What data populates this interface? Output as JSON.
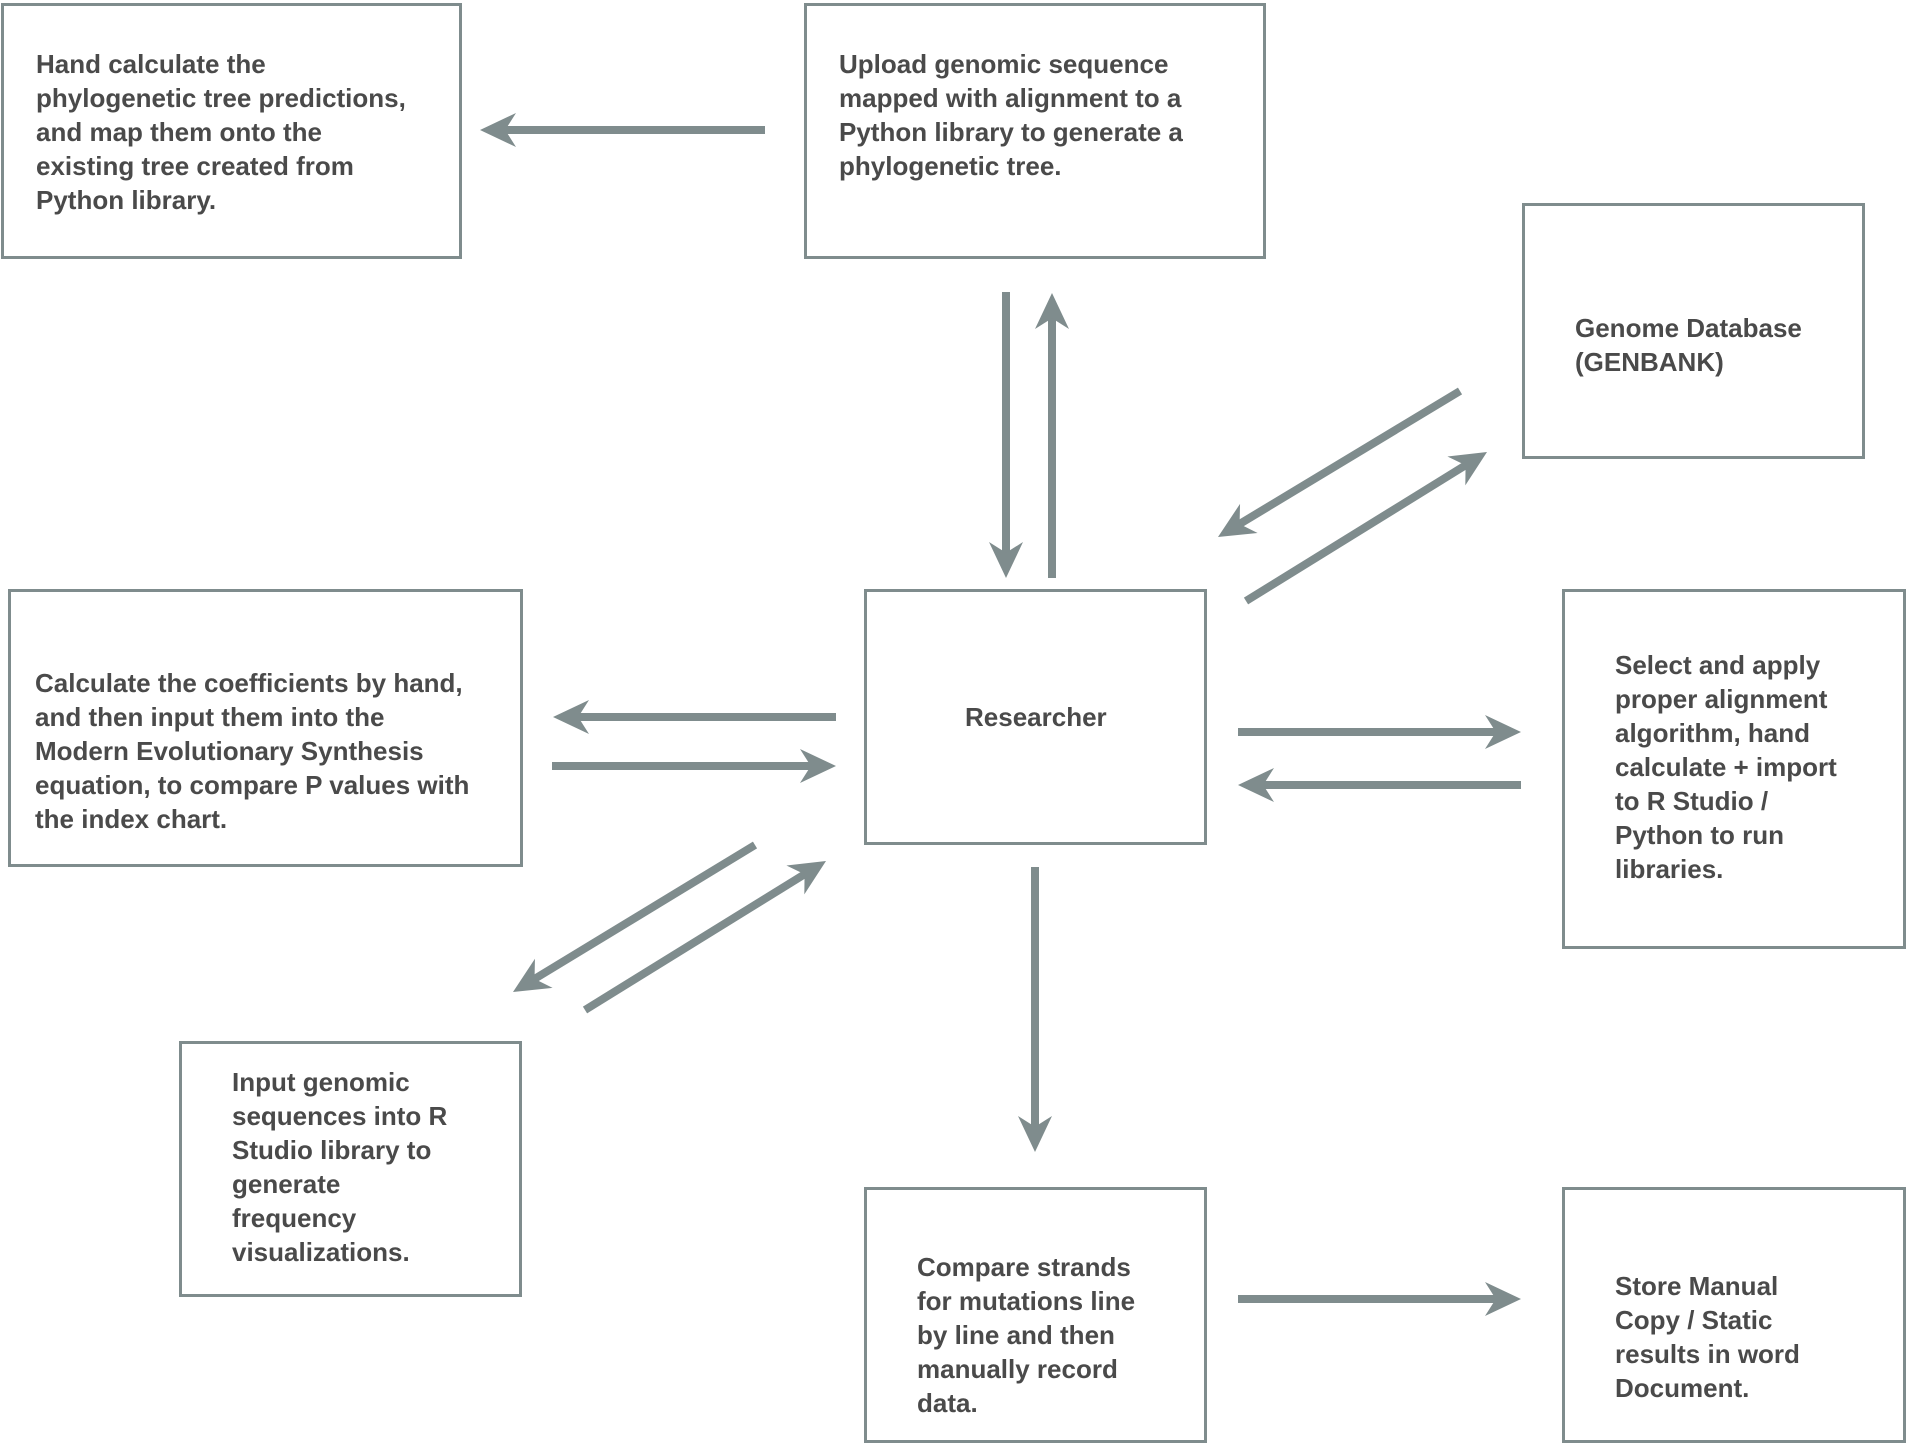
{
  "colors": {
    "stroke": "#7f8c8d",
    "text": "#4a4a4a",
    "background": "#ffffff"
  },
  "nodes": {
    "hand_tree": "Hand calculate the\nphylogenetic tree predictions,\nand map them onto the\nexisting tree created from\nPython library.",
    "upload": "Upload genomic sequence\nmapped with alignment to a\nPython library to generate a\nphylogenetic tree.",
    "genome_db": "Genome Database\n(GENBANK)",
    "coefficients": "Calculate the coefficients by hand,\nand then input them into the\nModern Evolutionary Synthesis\nequation, to compare P values with\nthe index chart.",
    "researcher": "Researcher",
    "alignment": "Select and apply\nproper alignment\nalgorithm, hand\ncalculate + import\nto R Studio /\nPython to run\nlibraries.",
    "r_studio": "Input genomic\nsequences into R\nStudio library to\ngenerate\nfrequency\nvisualizations.",
    "compare": "Compare strands\nfor mutations line\nby line and then\nmanually record\ndata.",
    "store": "Store Manual\nCopy / Static\nresults in word\nDocument."
  },
  "edges": [
    {
      "from": "upload",
      "to": "hand_tree"
    },
    {
      "from": "upload",
      "to": "researcher"
    },
    {
      "from": "researcher",
      "to": "upload"
    },
    {
      "from": "genome_db",
      "to": "researcher"
    },
    {
      "from": "researcher",
      "to": "genome_db"
    },
    {
      "from": "researcher",
      "to": "coefficients"
    },
    {
      "from": "coefficients",
      "to": "researcher"
    },
    {
      "from": "researcher",
      "to": "alignment"
    },
    {
      "from": "alignment",
      "to": "researcher"
    },
    {
      "from": "researcher",
      "to": "r_studio"
    },
    {
      "from": "r_studio",
      "to": "researcher"
    },
    {
      "from": "researcher",
      "to": "compare"
    },
    {
      "from": "compare",
      "to": "store"
    }
  ]
}
